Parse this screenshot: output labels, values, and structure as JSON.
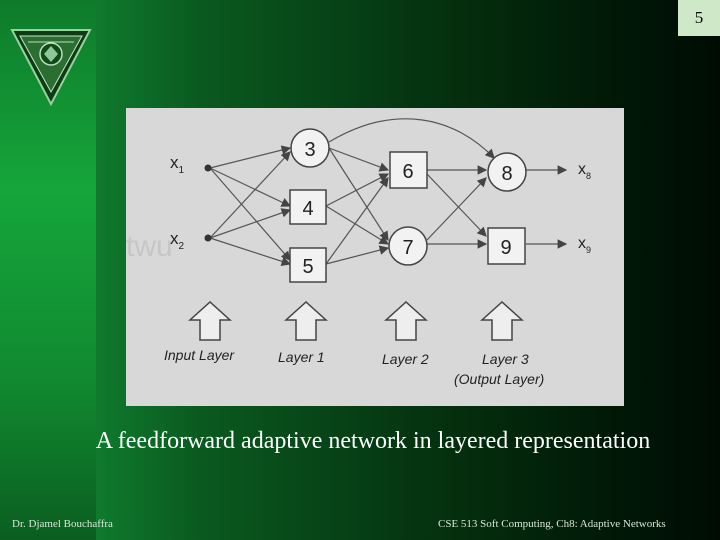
{
  "slide": {
    "page_number": "5",
    "caption": "A feedforward adaptive network in layered representation",
    "footer_left": "Dr. Djamel Bouchaffra",
    "footer_right": "CSE 513 Soft Computing, Ch8: Adaptive Networks"
  },
  "figure": {
    "inputs": [
      "x1",
      "x2"
    ],
    "input_labels": [
      {
        "main": "x",
        "sub": "1"
      },
      {
        "main": "x",
        "sub": "2"
      }
    ],
    "nodes": [
      "3",
      "4",
      "5",
      "6",
      "7",
      "8",
      "9"
    ],
    "outputs": [
      {
        "main": "x",
        "sub": "8"
      },
      {
        "main": "x",
        "sub": "9"
      }
    ],
    "layer_labels": [
      "Input Layer",
      "Layer 1",
      "Layer 2",
      "Layer 3",
      "(Output Layer)"
    ]
  },
  "colors": {
    "accent": "#15a63b",
    "page_box": "#cfe8c8",
    "figure_bg": "#d8d8d8"
  }
}
